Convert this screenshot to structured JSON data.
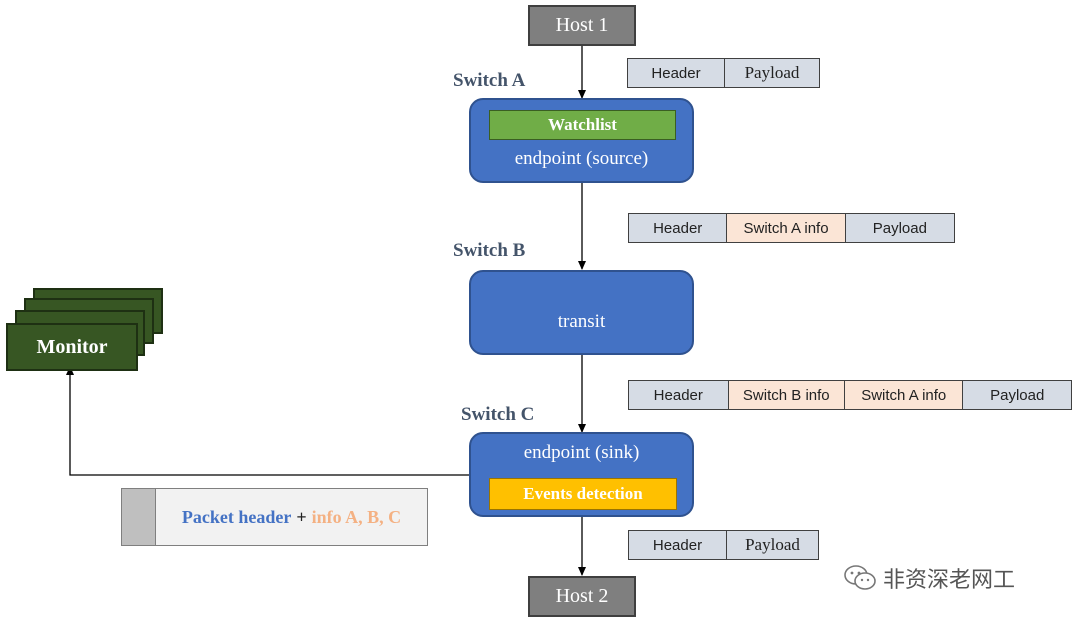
{
  "hosts": {
    "top": "Host 1",
    "bottom": "Host 2"
  },
  "switches": {
    "a": {
      "label": "Switch A",
      "tag": "Watchlist",
      "role": "endpoint (source)"
    },
    "b": {
      "label": "Switch B",
      "role": "transit"
    },
    "c": {
      "label": "Switch C",
      "role": "endpoint (sink)",
      "tag": "Events detection"
    }
  },
  "packets": {
    "p1": [
      "Header",
      "Payload"
    ],
    "p2": [
      "Header",
      "Switch A info",
      "Payload"
    ],
    "p3": [
      "Header",
      "Switch B info",
      "Switch A info",
      "Payload"
    ],
    "p4": [
      "Header",
      "Payload"
    ]
  },
  "monitor": {
    "label": "Monitor"
  },
  "report": {
    "part1": "Packet header",
    "plus": "+",
    "part2": "info A, B, C"
  },
  "watermark": {
    "text": "非资深老网工"
  },
  "colors": {
    "switch_fill": "#4472c4",
    "host_fill": "#7f7f7f",
    "watchlist": "#70ad47",
    "events": "#ffc000",
    "monitor": "#375623",
    "header_cell": "#d6dce5",
    "info_cell": "#fbe5d6"
  }
}
